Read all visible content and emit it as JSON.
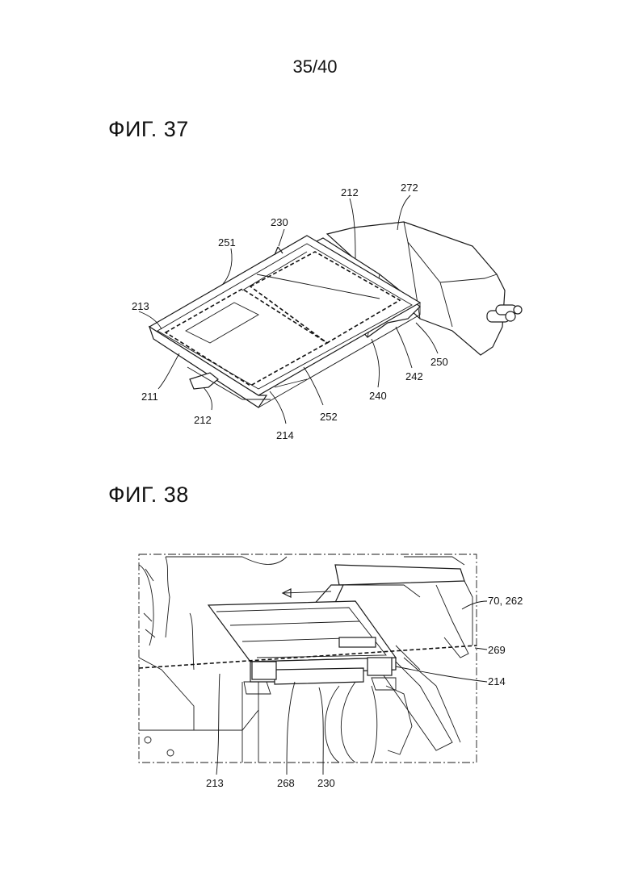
{
  "page_number": "35/40",
  "figures": [
    {
      "title": "ФИГ. 37",
      "labels": [
        "272",
        "212",
        "230",
        "251",
        "213",
        "211",
        "212",
        "214",
        "252",
        "240",
        "242",
        "250"
      ]
    },
    {
      "title": "ФИГ. 38",
      "labels": [
        "70, 262",
        "269",
        "214",
        "213",
        "268",
        "230"
      ]
    }
  ]
}
